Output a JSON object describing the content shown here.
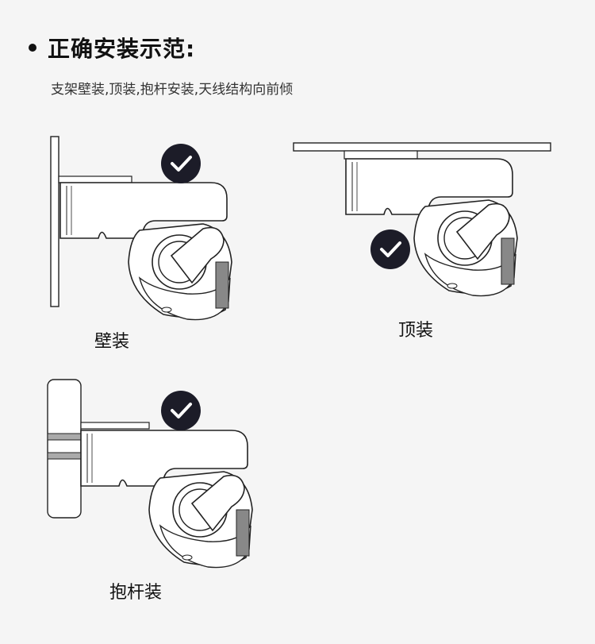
{
  "header": {
    "title": "正确安装示范:",
    "subtitle": "支架壁装,顶装,抱杆安装,天线结构向前倾"
  },
  "examples": [
    {
      "id": "wall",
      "label": "壁装"
    },
    {
      "id": "ceiling",
      "label": "顶装"
    },
    {
      "id": "pole",
      "label": "抱杆装"
    }
  ],
  "colors": {
    "background": "#f5f5f5",
    "outline": "#222222",
    "check_badge": "#1c1c28",
    "camera_fill": "#ffffff"
  },
  "icons": {
    "badge": "check-circle-icon",
    "bullet": "bullet-dot-icon"
  }
}
